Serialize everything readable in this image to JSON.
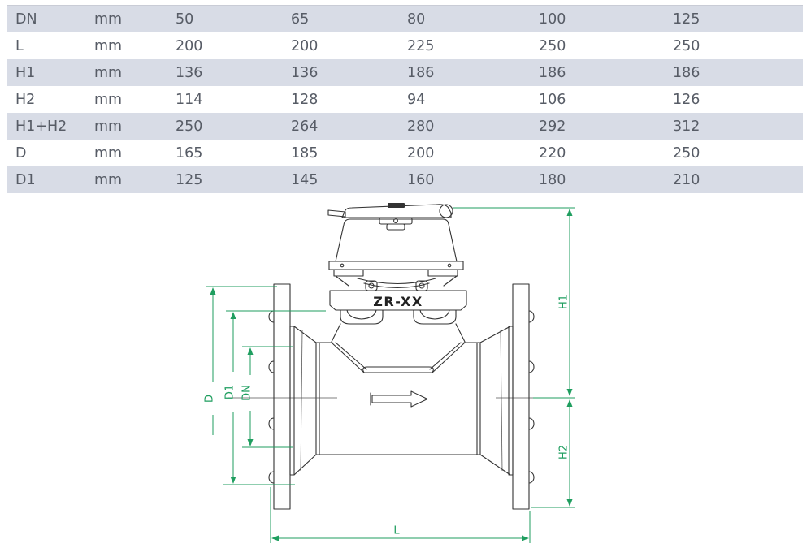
{
  "colors": {
    "table_band": "#d8dce6",
    "table_text": "#575c66",
    "dimension_green": "#1f9e5f",
    "line_ink": "#333333"
  },
  "table": {
    "rows": [
      {
        "param": "DN",
        "unit": "mm",
        "values": [
          "50",
          "65",
          "80",
          "100",
          "125"
        ]
      },
      {
        "param": "L",
        "unit": "mm",
        "values": [
          "200",
          "200",
          "225",
          "250",
          "250"
        ]
      },
      {
        "param": "H1",
        "unit": "mm",
        "values": [
          "136",
          "136",
          "186",
          "186",
          "186"
        ]
      },
      {
        "param": "H2",
        "unit": "mm",
        "values": [
          "114",
          "128",
          "94",
          "106",
          "126"
        ]
      },
      {
        "param": "H1+H2",
        "unit": "mm",
        "values": [
          "250",
          "264",
          "280",
          "292",
          "312"
        ]
      },
      {
        "param": "D",
        "unit": "mm",
        "values": [
          "165",
          "185",
          "200",
          "220",
          "250"
        ]
      },
      {
        "param": "D1",
        "unit": "mm",
        "values": [
          "125",
          "145",
          "160",
          "180",
          "210"
        ]
      }
    ]
  },
  "drawing": {
    "model": "ZR-XX",
    "labels": {
      "h1": "H1",
      "h2": "H2",
      "d": "D",
      "d1": "D1",
      "dn": "DN",
      "l": "L"
    }
  }
}
